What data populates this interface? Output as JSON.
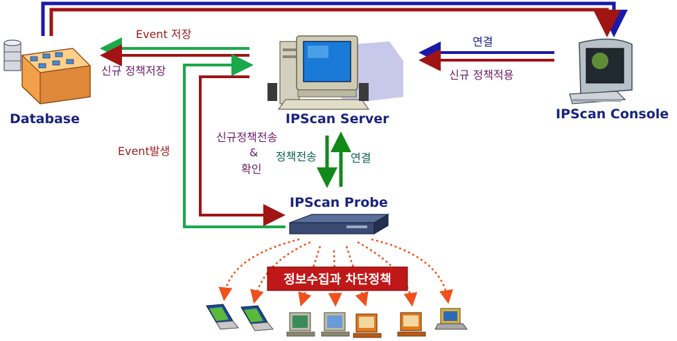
{
  "nodes": {
    "database": "Database",
    "server": "IPScan Server",
    "console": "IPScan Console",
    "probe": "IPScan Probe"
  },
  "labels": {
    "event_save": "Event 저장",
    "new_policy_save": "신규 정책저장",
    "connect_top": "연결",
    "new_policy_apply": "신규 정책적용",
    "event_occur": "Event발생",
    "new_policy_send": "신규정책전송",
    "amp": "&",
    "confirm": "확인",
    "policy_send": "정책전송",
    "connect_mid": "연결"
  },
  "banner": "정보수집과 차단정책",
  "colors": {
    "red": "#a01414",
    "blue": "#1a1aa8",
    "green": "#1aa84a",
    "dark_green": "#128a1a",
    "dotted": "#f0501e",
    "banner_bg": "#c01818",
    "label_navy": "#1a237e"
  },
  "icons": [
    "database-icon",
    "server-computer-icon",
    "console-computer-icon",
    "probe-device-icon",
    "endpoint-laptop-icon",
    "endpoint-monitor-icon"
  ]
}
